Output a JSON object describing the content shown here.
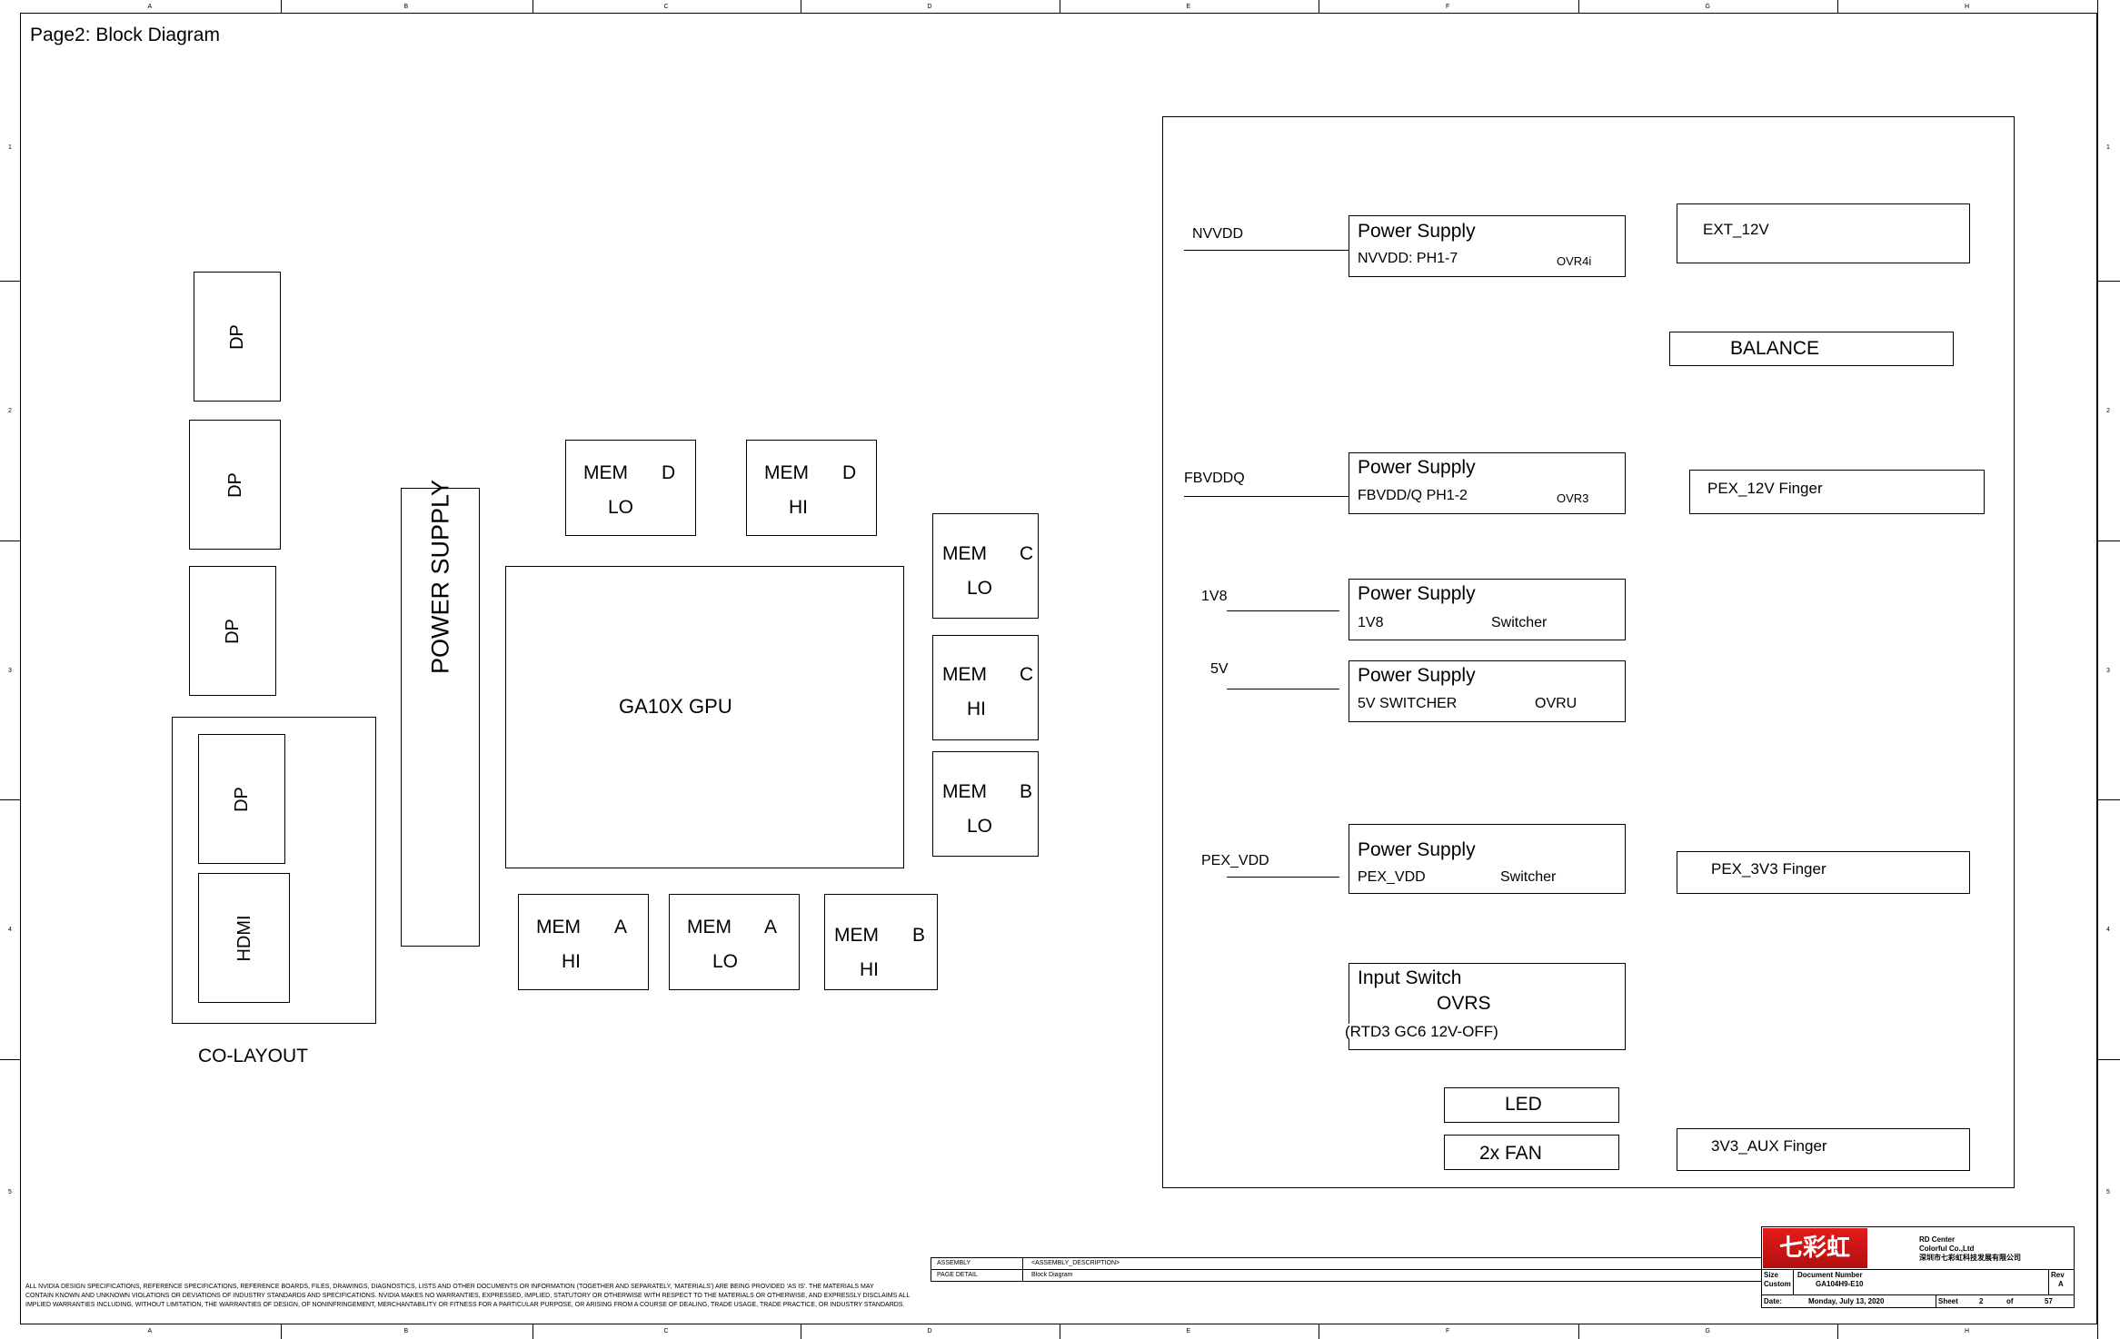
{
  "frame": {
    "columns": [
      "A",
      "B",
      "C",
      "D",
      "E",
      "F",
      "G",
      "H"
    ],
    "rows": [
      "1",
      "2",
      "3",
      "4",
      "5"
    ]
  },
  "page_title": "Page2: Block Diagram",
  "left": {
    "dp_labels": [
      "DP",
      "DP",
      "DP",
      "DP"
    ],
    "hdmi_label": "HDMI",
    "colayout_label": "CO-LAYOUT",
    "power_supply_label": "POWER SUPPLY",
    "gpu_label": "GA10X GPU",
    "mem": [
      {
        "l1a": "MEM",
        "l1b": "D",
        "l2": "LO"
      },
      {
        "l1a": "MEM",
        "l1b": "D",
        "l2": "HI"
      },
      {
        "l1a": "MEM",
        "l1b": "C",
        "l2": "LO"
      },
      {
        "l1a": "MEM",
        "l1b": "C",
        "l2": "HI"
      },
      {
        "l1a": "MEM",
        "l1b": "B",
        "l2": "LO"
      },
      {
        "l1a": "MEM",
        "l1b": "A",
        "l2": "HI"
      },
      {
        "l1a": "MEM",
        "l1b": "A",
        "l2": "LO"
      },
      {
        "l1a": "MEM",
        "l1b": "B",
        "l2": "HI"
      }
    ]
  },
  "power": {
    "nets": [
      "NVVDD",
      "FBVDDQ",
      "1V8",
      "5V",
      "PEX_VDD"
    ],
    "supplies": [
      {
        "title": "Power Supply",
        "sub": "NVVDD: PH1-7",
        "tag": "OVR4i"
      },
      {
        "title": "Power Supply",
        "sub": "FBVDD/Q PH1-2",
        "tag": "OVR3"
      },
      {
        "title": "Power Supply",
        "sub": "1V8",
        "tag": "Switcher"
      },
      {
        "title": "Power Supply",
        "sub": "5V SWITCHER",
        "tag": "OVRU"
      },
      {
        "title": "Power Supply",
        "sub": "PEX_VDD",
        "tag": "Switcher"
      }
    ],
    "input_switch": {
      "title": "Input Switch",
      "line2": "OVRS",
      "line3": "(RTD3 GC6 12V-OFF)"
    },
    "led": "LED",
    "fan": "2x FAN",
    "ext": "EXT_12V",
    "balance": "BALANCE",
    "pex12": "PEX_12V Finger",
    "pex3v3": "PEX_3V3 Finger",
    "aux": "3V3_AUX Finger"
  },
  "footer": {
    "disclaimer": [
      "ALL NVIDIA DESIGN SPECIFICATIONS, REFERENCE SPECIFICATIONS, REFERENCE BOARDS, FILES, DRAWINGS, DIAGNOSTICS, LISTS AND OTHER DOCUMENTS OR INFORMATION (TOGETHER AND SEPARATELY, 'MATERIALS') ARE BEING PROVIDED 'AS IS'. THE MATERIALS MAY",
      "CONTAIN KNOWN AND UNKNOWN VIOLATIONS OR DEVIATIONS OF INDUSTRY STANDARDS AND SPECIFICATIONS. NVIDIA MAKES NO WARRANTIES, EXPRESSED, IMPLIED, STATUTORY OR OTHERWISE WITH RESPECT TO THE MATERIALS OR OTHERWISE, AND EXPRESSLY DISCLAIMS ALL",
      "IMPLIED WARRANTIES INCLUDING, WITHOUT LIMITATION, THE WARRANTIES OF DESIGN, OF NONINFRINGEMENT, MERCHANTABILITY OR FITNESS FOR A PARTICULAR PURPOSE, OR ARISING FROM A COURSE OF DEALING, TRADE USAGE, TRADE PRACTICE, OR INDUSTRY STANDARDS."
    ],
    "assembly_label": "ASSEMBLY",
    "assembly_value": "<ASSEMBLY_DESCRIPTION>",
    "page_detail_label": "PAGE DETAIL",
    "page_detail_value": "Block Diagram",
    "logo_text": "七彩虹",
    "company": [
      "RD Center",
      "Colorful Co.,Ltd",
      "深圳市七彩虹科技发展有限公司"
    ],
    "size_label": "Size",
    "size_value": "Custom",
    "docnum_label": "Document Number",
    "docnum_value": "GA104H9-E10",
    "rev_label": "Rev",
    "rev_value": "A",
    "date_label": "Date:",
    "date_value": "Monday, July 13, 2020",
    "sheet_label": "Sheet",
    "sheet_value": "2",
    "of_label": "of",
    "of_value": "57"
  }
}
